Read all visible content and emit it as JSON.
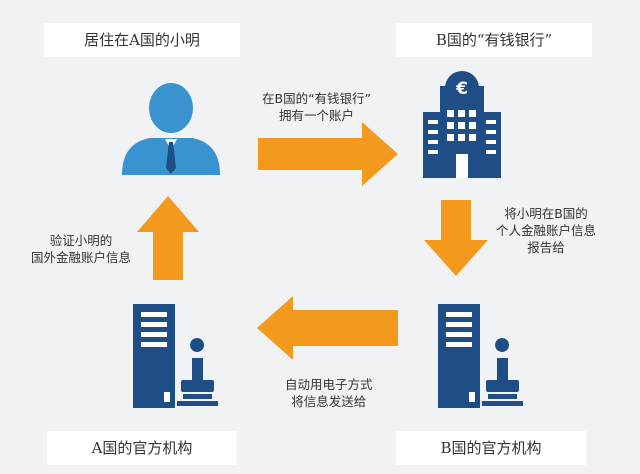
{
  "boxes": {
    "top_left": "居住在A国的小明",
    "top_right": "B国的“有钱银行”",
    "bottom_left": "A国的官方机构",
    "bottom_right": "B国的官方机构"
  },
  "notes": {
    "top_arrow": [
      "在B国的“有钱银行”",
      "拥有一个账户"
    ],
    "right_arrow": [
      "将小明在B国的",
      "个人金融账户信息",
      "报告给"
    ],
    "bottom_arrow": [
      "自动用电子方式",
      "将信息发送给"
    ],
    "left_arrow": [
      "验证小明的",
      "国外金融账户信息"
    ]
  },
  "icons": {
    "person": "person-icon",
    "bank": "bank-building-icon",
    "bank_symbol": "€",
    "agency_a": "filing-cabinet-stamp-icon",
    "agency_b": "filing-cabinet-stamp-icon"
  },
  "colors": {
    "background": "#f1f2f4",
    "arrow": "#f39a1e",
    "person": "#3a93d1",
    "dark_blue": "#1f4e86",
    "box": "#ffffff"
  }
}
